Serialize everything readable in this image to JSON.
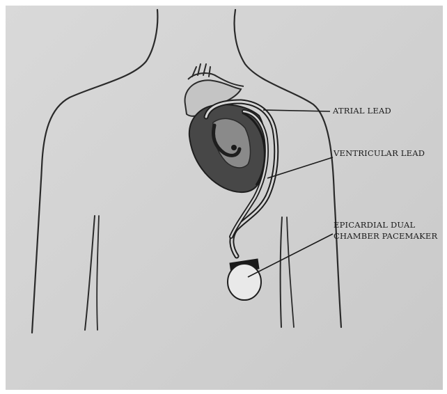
{
  "diagram": {
    "labels": {
      "atrial_lead": "ATRIAL LEAD",
      "ventricular_lead": "VENTRICULAR LEAD",
      "pacemaker_line1": "EPICARDIAL DUAL",
      "pacemaker_line2": "CHAMBER PACEMAKER"
    },
    "colors": {
      "paper": "#d2d2d2",
      "ink": "#1a1a1a",
      "shade": "#3a3a3a"
    }
  }
}
